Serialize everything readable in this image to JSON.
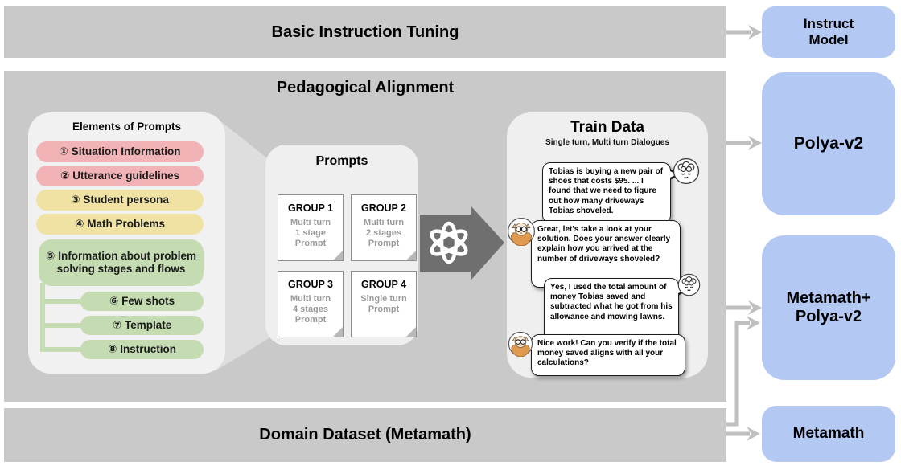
{
  "colors": {
    "panel_gray": "#c9c9c9",
    "inner_box_bg": "#efefef",
    "blue_box": "#b3c9f4",
    "pink_pill": "#f1b3b6",
    "yellow_pill": "#efe2a2",
    "green_pill": "#c5dcb3",
    "dark_arrow": "#6f6f6f",
    "connector_gray": "#bfbfbf"
  },
  "top_bar": {
    "title": "Basic Instruction Tuning"
  },
  "middle": {
    "title": "Pedagogical Alignment",
    "elements": {
      "title": "Elements  of Prompts",
      "items": [
        {
          "text": "① Situation Information",
          "color": "pink"
        },
        {
          "text": "② Utterance guidelines",
          "color": "pink"
        },
        {
          "text": "③ Student persona",
          "color": "yellow"
        },
        {
          "text": "④ Math Problems",
          "color": "yellow"
        },
        {
          "text": "⑤ Information about problem solving stages and flows",
          "color": "green"
        }
      ],
      "sub_items": [
        {
          "text": "⑥ Few shots"
        },
        {
          "text": "⑦ Template"
        },
        {
          "text": "⑧ Instruction"
        }
      ]
    },
    "prompts": {
      "title": "Prompts",
      "groups": [
        {
          "name": "GROUP 1",
          "line1": "Multi turn",
          "line2": "1 stage",
          "line3": "Prompt"
        },
        {
          "name": "GROUP 2",
          "line1": "Multi turn",
          "line2": "2 stages",
          "line3": "Prompt"
        },
        {
          "name": "GROUP 3",
          "line1": "Multi turn",
          "line2": "4 stages",
          "line3": "Prompt"
        },
        {
          "name": "GROUP 4",
          "line1": "Single turn",
          "line2": "Prompt",
          "line3": ""
        }
      ]
    },
    "train_data": {
      "title": "Train Data",
      "subtitle": "Single turn, Multi turn Dialogues",
      "messages": [
        {
          "speaker": "student",
          "text": "Tobias is buying a new pair of shoes that costs $95. ... I found that we need to figure out how many driveways Tobias shoveled."
        },
        {
          "speaker": "teacher",
          "text": "Great, let's take a look at your solution. Does your answer clearly explain how you arrived at the number of driveways shoveled?"
        },
        {
          "speaker": "student",
          "text": "Yes, I used the total amount of money Tobias saved and subtracted what he got from his allowance and mowing lawns."
        },
        {
          "speaker": "teacher",
          "text": "Nice work! Can you verify if the total money saved aligns with all your calculations?"
        }
      ]
    }
  },
  "bottom_bar": {
    "title": "Domain Dataset (Metamath)"
  },
  "outputs": {
    "instruct": {
      "line1": "Instruct",
      "line2": "Model"
    },
    "polya": {
      "line1": "Polya-v2"
    },
    "meta_polya": {
      "line1": "Metamath+",
      "line2": "Polya-v2"
    },
    "metamath": {
      "line1": "Metamath"
    }
  }
}
